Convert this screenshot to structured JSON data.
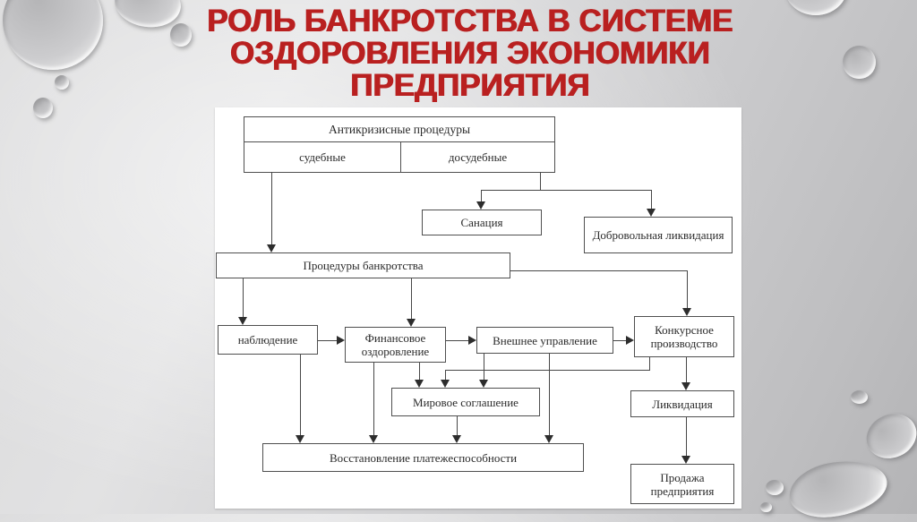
{
  "slide": {
    "title": "РОЛЬ БАНКРОТСТВА В СИСТЕМЕ\nОЗДОРОВЛЕНИЯ ЭКОНОМИКИ\nПРЕДПРИЯТИЯ",
    "title_color": "#b92020",
    "background_color": "#cfcfd1",
    "panel_color": "#ffffff",
    "diagram_ink_color": "#474747"
  },
  "diagram": {
    "nodes": {
      "anticrisis": "Антикризисные процедуры",
      "judicial": "судебные",
      "prejudicial": "досудебные",
      "sanation": "Санация",
      "voluntary_liquidation": "Добровольная ликвидация",
      "bankruptcy_procedures": "Процедуры банкротства",
      "observation": "наблюдение",
      "financial_recovery": "Финансовое оздоровление",
      "external_management": "Внешнее управление",
      "competitive_proceedings": "Конкурсное производство",
      "settlement_agreement": "Мировое соглашение",
      "liquidation": "Ликвидация",
      "solvency_restoration": "Восстановление платежеспособности",
      "enterprise_sale": "Продажа предприятия"
    },
    "edges": [
      {
        "from": "judicial",
        "to": "bankruptcy_procedures"
      },
      {
        "from": "prejudicial",
        "to": "sanation"
      },
      {
        "from": "prejudicial",
        "to": "voluntary_liquidation"
      },
      {
        "from": "bankruptcy_procedures",
        "to": "observation"
      },
      {
        "from": "bankruptcy_procedures",
        "to": "financial_recovery"
      },
      {
        "from": "bankruptcy_procedures",
        "to": "competitive_proceedings"
      },
      {
        "from": "observation",
        "to": "financial_recovery"
      },
      {
        "from": "financial_recovery",
        "to": "external_management"
      },
      {
        "from": "external_management",
        "to": "competitive_proceedings"
      },
      {
        "from": "financial_recovery",
        "to": "settlement_agreement"
      },
      {
        "from": "external_management",
        "to": "settlement_agreement"
      },
      {
        "from": "competitive_proceedings",
        "to": "settlement_agreement"
      },
      {
        "from": "observation",
        "to": "solvency_restoration"
      },
      {
        "from": "financial_recovery",
        "to": "solvency_restoration"
      },
      {
        "from": "settlement_agreement",
        "to": "solvency_restoration"
      },
      {
        "from": "external_management",
        "to": "solvency_restoration"
      },
      {
        "from": "competitive_proceedings",
        "to": "liquidation"
      },
      {
        "from": "liquidation",
        "to": "enterprise_sale"
      }
    ]
  }
}
